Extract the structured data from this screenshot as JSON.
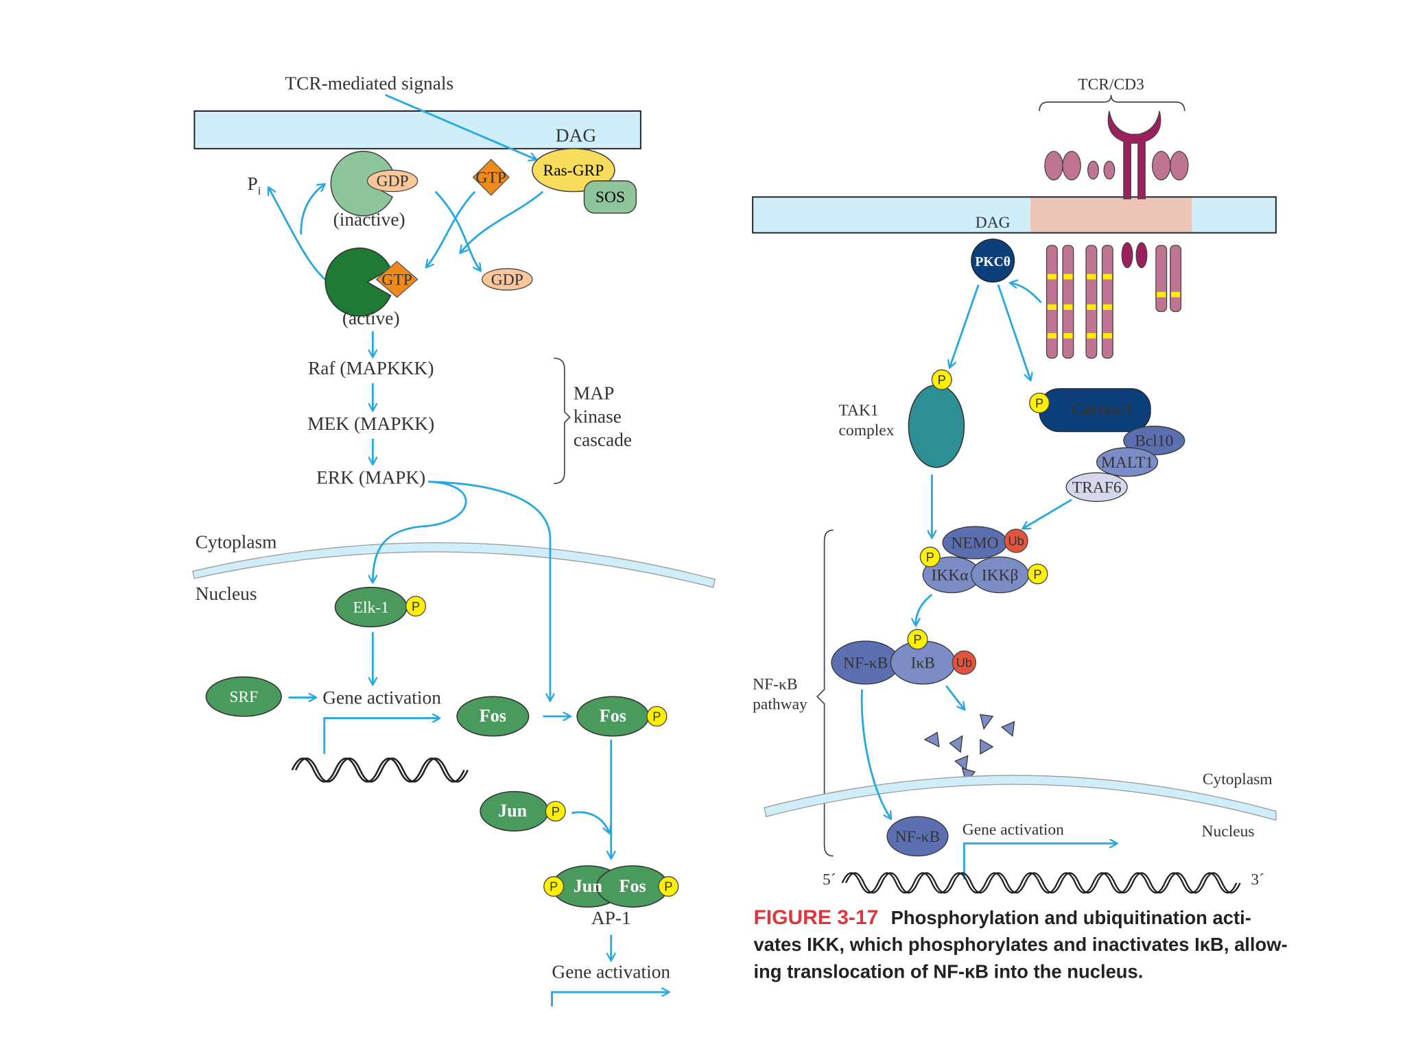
{
  "colors": {
    "membrane": "#cfeef9",
    "arrow": "#29a8e0",
    "green_node": "#4a9a5e",
    "phospho": "#ffef00",
    "gtp": "#f08a1c",
    "gdp": "#f9c79a",
    "tcr_chain": "#c07493",
    "ubiquitin": "#e5533c",
    "caption_red": "#d9383f"
  },
  "left": {
    "tcr_signals": "TCR-mediated signals",
    "dag": "DAG",
    "ras_grp": "Ras-GRP",
    "sos": "SOS",
    "gtp": "GTP",
    "gdp": "GDP",
    "pi": "P",
    "pi_sub": "i",
    "inactive": "(inactive)",
    "active": "(active)",
    "raf": "Raf (MAPKKK)",
    "mek": "MEK (MAPKK)",
    "erk": "ERK (MAPK)",
    "map_line1": "MAP",
    "map_line2": "kinase",
    "map_line3": "cascade",
    "cytoplasm": "Cytoplasm",
    "nucleus": "Nucleus",
    "elk1": "Elk-1",
    "p": "P",
    "srf": "SRF",
    "gene_activation": "Gene activation",
    "fos": "Fos",
    "jun": "Jun",
    "ap1": "AP-1"
  },
  "right": {
    "tcr_cd3": "TCR/CD3",
    "dag": "DAG",
    "pkc": "PKCθ",
    "tak1_line1": "TAK1",
    "tak1_line2": "complex",
    "carma": "Carma-1",
    "bcl10": "Bcl10",
    "malt1": "MALT1",
    "traf6": "TRAF6",
    "nemo": "NEMO",
    "ub": "Ub",
    "ikka": "IKKα",
    "ikkb": "IKKβ",
    "nfkb": "NF-κB",
    "ikb": "IκB",
    "pathway_line1": "NF-κB",
    "pathway_line2": "pathway",
    "cytoplasm": "Cytoplasm",
    "nucleus": "Nucleus",
    "gene_activation": "Gene activation",
    "five_prime": "5´",
    "three_prime": "3´",
    "p": "P"
  },
  "caption": {
    "figure_label": "FIGURE  3-17",
    "line1": "Phosphorylation and ubiquitination acti-",
    "line2": "vates IKK, which phosphorylates and inactivates IκB, allow-",
    "line3": "ing translocation of NF-κB into the nucleus."
  }
}
